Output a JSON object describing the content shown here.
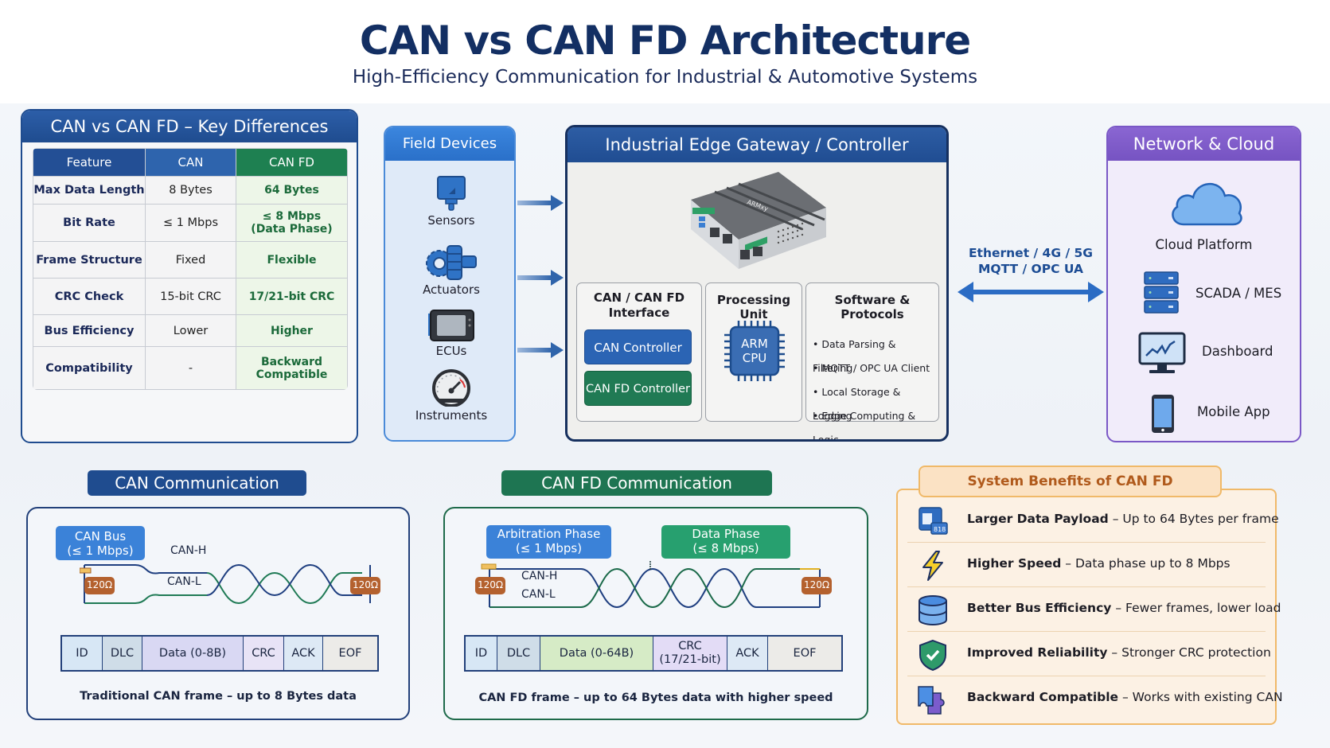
{
  "header": {
    "title": "CAN vs CAN FD Architecture",
    "subtitle": "High-Efficiency Communication for Industrial & Automotive Systems"
  },
  "key_differences": {
    "title": "CAN vs CAN FD – Key Differences",
    "columns": [
      "Feature",
      "CAN",
      "CAN FD"
    ],
    "rows": [
      {
        "feature": "Max Data Length",
        "can": "8 Bytes",
        "canfd": "64 Bytes"
      },
      {
        "feature": "Bit Rate",
        "can": "≤ 1 Mbps",
        "canfd": "≤ 8 Mbps",
        "canfd2": "(Data Phase)"
      },
      {
        "feature": "Frame Structure",
        "can": "Fixed",
        "canfd": "Flexible"
      },
      {
        "feature": "CRC Check",
        "can": "15-bit CRC",
        "canfd": "17/21-bit CRC"
      },
      {
        "feature": "Bus Efficiency",
        "can": "Lower",
        "canfd": "Higher"
      },
      {
        "feature": "Compatibility",
        "can": "-",
        "canfd": "Backward",
        "canfd2": "Compatible"
      }
    ]
  },
  "field_devices": {
    "title": "Field Devices",
    "items": [
      {
        "label": "Sensors",
        "icon": "sensor-icon"
      },
      {
        "label": "Actuators",
        "icon": "actuator-icon"
      },
      {
        "label": "ECUs",
        "icon": "ecu-icon"
      },
      {
        "label": "Instruments",
        "icon": "gauge-icon"
      }
    ]
  },
  "gateway": {
    "title": "Industrial Edge Gateway / Controller",
    "device_brand": "ARMxy",
    "interface": {
      "title_line1": "CAN / CAN FD",
      "title_line2": "Interface",
      "can_controller": "CAN Controller",
      "canfd_controller": "CAN FD Controller"
    },
    "processing": {
      "title": "Processing Unit",
      "chip_line1": "ARM",
      "chip_line2": "CPU"
    },
    "software": {
      "title": "Software & Protocols",
      "items": [
        "Data Parsing & Filtering",
        "MQTT / OPC UA Client",
        "Local Storage & Logging",
        "Edge Computing & Logic"
      ]
    }
  },
  "link": {
    "line1": "Ethernet / 4G / 5G",
    "line2": "MQTT / OPC UA"
  },
  "network_cloud": {
    "title": "Network & Cloud",
    "items": [
      {
        "label": "Cloud Platform",
        "icon": "cloud-icon"
      },
      {
        "label": "SCADA / MES",
        "icon": "server-icon"
      },
      {
        "label": "Dashboard",
        "icon": "monitor-chart-icon"
      },
      {
        "label": "Mobile App",
        "icon": "smartphone-icon"
      }
    ]
  },
  "can_comm": {
    "title": "CAN Communication",
    "bus_label_line1": "CAN Bus",
    "bus_label_line2": "(≤ 1 Mbps)",
    "can_h": "CAN-H",
    "can_l": "CAN-L",
    "resistor": "120Ω",
    "frame_fields": [
      "ID",
      "DLC",
      "Data (0-8B)",
      "CRC",
      "ACK",
      "EOF"
    ],
    "caption": "Traditional CAN frame – up to 8 Bytes data"
  },
  "canfd_comm": {
    "title": "CAN FD Communication",
    "arb_line1": "Arbitration Phase",
    "arb_line2": "(≤ 1 Mbps)",
    "data_line1": "Data Phase",
    "data_line2": "(≤ 8 Mbps)",
    "can_h": "CAN-H",
    "can_l": "CAN-L",
    "resistor": "120Ω",
    "frame_fields": [
      "ID",
      "DLC",
      "Data (0-64B)",
      "CRC",
      "ACK",
      "EOF"
    ],
    "crc_sub": "(17/21-bit)",
    "caption": "CAN FD frame – up to 64 Bytes data with higher speed"
  },
  "benefits": {
    "title": "System Benefits of CAN FD",
    "items": [
      {
        "bold": "Larger Data Payload",
        "text": " – Up to 64 Bytes per frame",
        "icon": "data-payload-icon"
      },
      {
        "bold": "Higher Speed",
        "text": " – Data phase up to 8 Mbps",
        "icon": "lightning-icon"
      },
      {
        "bold": "Better Bus Efficiency",
        "text": " – Fewer frames, lower load",
        "icon": "database-icon"
      },
      {
        "bold": "Improved Reliability",
        "text": " – Stronger CRC protection",
        "icon": "shield-check-icon"
      },
      {
        "bold": "Backward Compatible",
        "text": " – Works with existing CAN",
        "icon": "puzzle-icon"
      }
    ]
  },
  "colors": {
    "primary_navy": "#132f63",
    "can_blue": "#2b64b4",
    "canfd_green": "#207a54",
    "cloud_purple": "#7653c2",
    "benefit_orange": "#f0b969"
  }
}
